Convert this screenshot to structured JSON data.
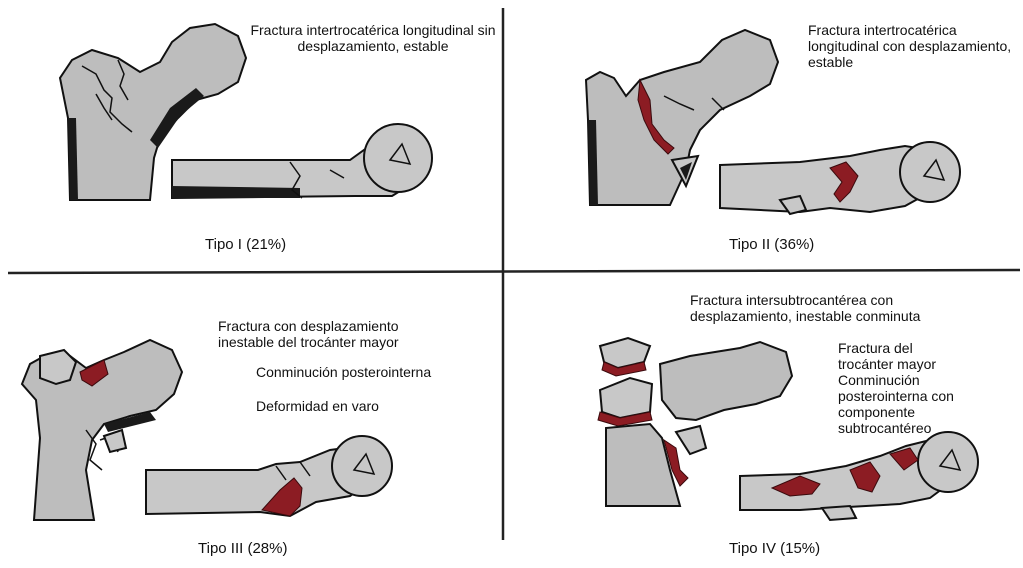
{
  "quadrants": [
    {
      "caption": "Tipo I (21%)",
      "notes": [
        "Fractura intertrocatérica longitudinal sin desplazamiento, estable"
      ]
    },
    {
      "caption": "Tipo II (36%)",
      "notes": [
        "Fractura intertrocatérica longitudinal con desplazamiento, estable"
      ]
    },
    {
      "caption": "Tipo III (28%)",
      "notes": [
        "Fractura con desplazamiento inestable del trocánter mayor",
        "Conminución posterointerna",
        "Deformidad en varo"
      ]
    },
    {
      "caption": "Tipo IV (15%)",
      "notes": [
        "Fractura intersubtrocantérea con desplazamiento, inestable conminuta",
        "Fractura del trocánter mayor",
        "Conminución posterointerna con componente subtrocantéreo"
      ]
    }
  ],
  "colors": {
    "bone": "#bdbdbd",
    "fracture": "#8c1c23",
    "outline": "#111111"
  }
}
